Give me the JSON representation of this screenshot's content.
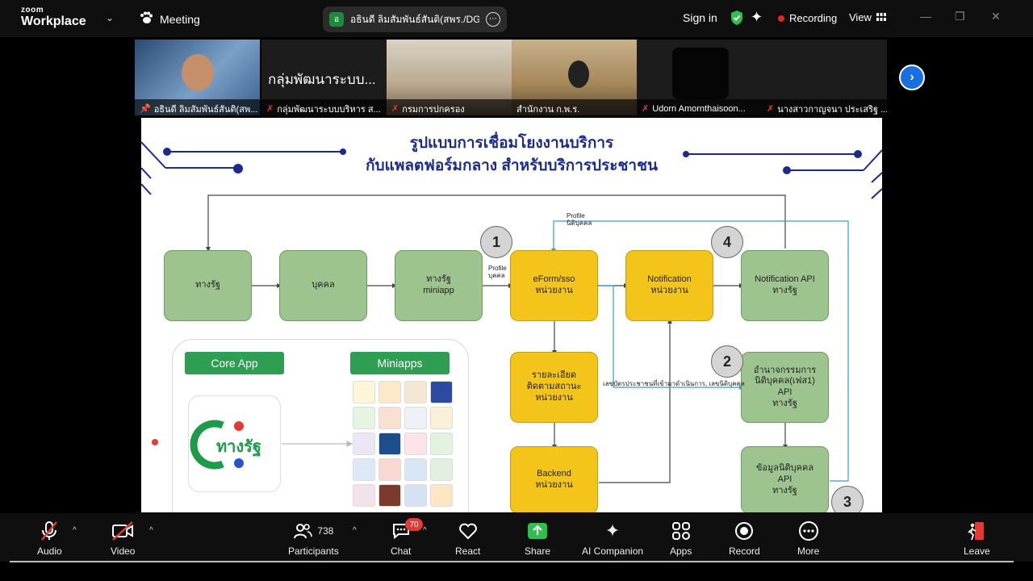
{
  "app": {
    "brand_top": "zoom",
    "brand_bottom": "Workplace",
    "meeting_label": "Meeting"
  },
  "topbar": {
    "speaker_initial": "อ",
    "speaker_pill": "อธินดี ลิมสัมพันธ์สันติ(สพร./DGA)'s s",
    "sign_in": "Sign in",
    "recording": "Recording",
    "view": "View",
    "accent": "#2fbf4d"
  },
  "thumbnails": [
    {
      "name": "อธินดี ลิมสัมพันธ์สันติ(สพ...",
      "active": true
    },
    {
      "name": "กลุ่มพัฒนาระบบบริหาร ส...",
      "big_name": "กลุ่มพัฒนาระบบ..."
    },
    {
      "name": "กรมการปกครอง"
    },
    {
      "name": "สำนักงาน ก.พ.ร."
    },
    {
      "name": "Udorn Amornthaisoon..."
    },
    {
      "name": "นางสาวกาญจนา ประเสริฐ ..."
    }
  ],
  "slide": {
    "title_line1": "รูปแบบการเชื่อมโยงงานบริการ",
    "title_line2": "กับแพลตฟอร์มกลาง สำหรับบริการประชาชน",
    "boxes": {
      "b1": "ทางรัฐ",
      "b2": "บุคคล",
      "b3": "ทางรัฐ\nminiapp",
      "b4": "eForm/sso\nหน่วยงาน",
      "b5": "Notification\nหน่วยงาน",
      "b6": "Notification API\nทางรัฐ",
      "b7": "รายละเอียด\nติดตามสถานะ\nหน่วยงาน",
      "b8": "Backend\nหน่วยงาน",
      "b9": "อำนาจกรรมการ\nนิติบุคคล(เฟส1)\nAPI\nทางรัฐ",
      "b10": "ข้อมูลนิติบุคคล\nAPI\nทางรัฐ"
    },
    "numbers": [
      "1",
      "2",
      "3",
      "4"
    ],
    "label_profile_person": "Profile\nบุคคล",
    "label_profile_corp": "Profile\nนิติบุคคล",
    "label_id": "เลขบัตรประชาชนที่เข้ามาดำเนินการ, เลขนิติบุคคล",
    "core_app": "Core App",
    "miniapps": "Miniapps",
    "app_logo_text": "ทางรัฐ"
  },
  "toolbar": {
    "audio": "Audio",
    "video": "Video",
    "participants": "Participants",
    "participants_count": "738",
    "chat": "Chat",
    "chat_badge": "70",
    "react": "React",
    "share": "Share",
    "ai_companion": "AI Companion",
    "apps": "Apps",
    "record": "Record",
    "more": "More",
    "leave": "Leave"
  }
}
